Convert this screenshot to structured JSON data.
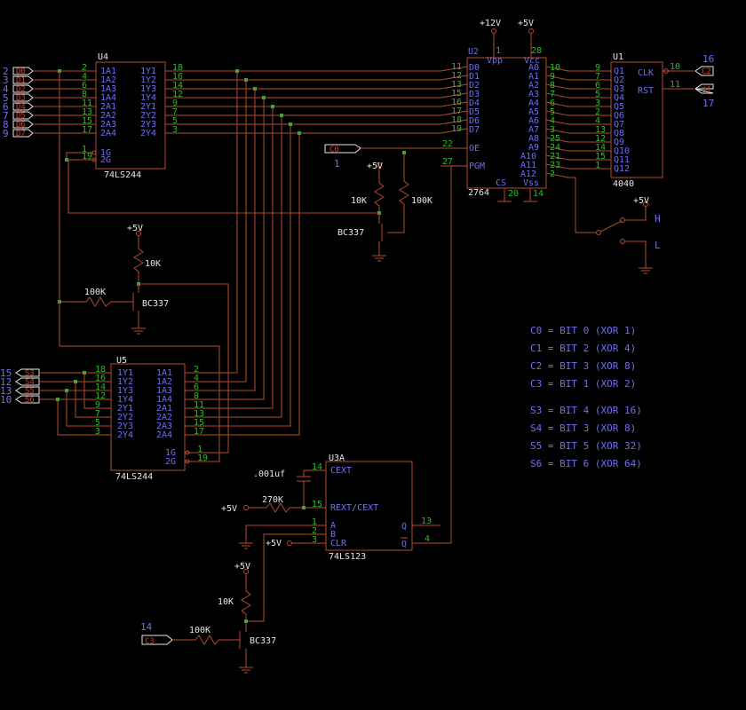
{
  "colors": {
    "wire": "#b24b2f",
    "pin_number": "#2fb82f",
    "pin_name": "#6f6ff0",
    "label": "#e8e8e8",
    "node": "#3fa33f",
    "background": "#000000"
  },
  "u4": {
    "ref": "U4",
    "part": "74LS244",
    "left_pins": [
      {
        "num": "2",
        "name": "1A1"
      },
      {
        "num": "4",
        "name": "1A2"
      },
      {
        "num": "6",
        "name": "1A3"
      },
      {
        "num": "8",
        "name": "1A4"
      },
      {
        "num": "11",
        "name": "2A1"
      },
      {
        "num": "13",
        "name": "2A2"
      },
      {
        "num": "15",
        "name": "2A3"
      },
      {
        "num": "17",
        "name": "2A4"
      }
    ],
    "right_pins": [
      {
        "num": "18",
        "name": "1Y1"
      },
      {
        "num": "16",
        "name": "1Y2"
      },
      {
        "num": "14",
        "name": "1Y3"
      },
      {
        "num": "12",
        "name": "1Y4"
      },
      {
        "num": "9",
        "name": "2Y1"
      },
      {
        "num": "7",
        "name": "2Y2"
      },
      {
        "num": "5",
        "name": "2Y3"
      },
      {
        "num": "3",
        "name": "2Y4"
      }
    ],
    "enable_pins": [
      {
        "num": "1",
        "name": "1G"
      },
      {
        "num": "19",
        "name": "2G"
      }
    ]
  },
  "u4_inputs": [
    {
      "port": "2",
      "label": "D0"
    },
    {
      "port": "3",
      "label": "D1"
    },
    {
      "port": "4",
      "label": "D2"
    },
    {
      "port": "5",
      "label": "D3"
    },
    {
      "port": "6",
      "label": "D4"
    },
    {
      "port": "7",
      "label": "D5"
    },
    {
      "port": "8",
      "label": "D6"
    },
    {
      "port": "9",
      "label": "D7"
    }
  ],
  "u2": {
    "ref": "U2",
    "part": "2764",
    "vpp": "+12V",
    "vcc": "+5V",
    "vpp_pin": "1",
    "vcc_pin": "28",
    "vpp_name": "Vpp",
    "vcc_name": "Vcc",
    "d_pins": [
      {
        "num": "11",
        "name": "D0"
      },
      {
        "num": "12",
        "name": "D1"
      },
      {
        "num": "13",
        "name": "D2"
      },
      {
        "num": "15",
        "name": "D3"
      },
      {
        "num": "16",
        "name": "D4"
      },
      {
        "num": "17",
        "name": "D5"
      },
      {
        "num": "18",
        "name": "D6"
      },
      {
        "num": "19",
        "name": "D7"
      }
    ],
    "ctrl_pins": [
      {
        "num": "22",
        "name": "OE"
      },
      {
        "num": "27",
        "name": "PGM"
      }
    ],
    "a_pins": [
      {
        "num": "10",
        "name": "A0"
      },
      {
        "num": "9",
        "name": "A1"
      },
      {
        "num": "8",
        "name": "A2"
      },
      {
        "num": "7",
        "name": "A3"
      },
      {
        "num": "6",
        "name": "A4"
      },
      {
        "num": "5",
        "name": "A5"
      },
      {
        "num": "4",
        "name": "A6"
      },
      {
        "num": "3",
        "name": "A7"
      },
      {
        "num": "25",
        "name": "A8"
      },
      {
        "num": "24",
        "name": "A9"
      },
      {
        "num": "21",
        "name": "A10"
      },
      {
        "num": "23",
        "name": "A11"
      },
      {
        "num": "2",
        "name": "A12"
      }
    ],
    "cs_pin": "20",
    "cs_name": "CS",
    "vss_pin": "14",
    "vss_name": "Vss"
  },
  "u1": {
    "ref": "U1",
    "part": "4040",
    "q_pins": [
      {
        "num": "9",
        "name": "Q1"
      },
      {
        "num": "7",
        "name": "Q2"
      },
      {
        "num": "6",
        "name": "Q3"
      },
      {
        "num": "5",
        "name": "Q4"
      },
      {
        "num": "3",
        "name": "Q5"
      },
      {
        "num": "2",
        "name": "Q6"
      },
      {
        "num": "4",
        "name": "Q7"
      },
      {
        "num": "13",
        "name": "Q8"
      },
      {
        "num": "12",
        "name": "Q9"
      },
      {
        "num": "14",
        "name": "Q10"
      },
      {
        "num": "15",
        "name": "Q11"
      },
      {
        "num": "1",
        "name": "Q12"
      }
    ],
    "clk_pin": "10",
    "clk_name": "CLK",
    "rst_pin": "11",
    "rst_name": "RST",
    "clk_port": "C2",
    "clk_port_num": "16",
    "rst_port": "C1",
    "rst_port_num": "17"
  },
  "c0_port": {
    "label": "C0",
    "num": "1"
  },
  "oe_circuit": {
    "supply": "+5V",
    "r1": "10K",
    "r2": "100K",
    "transistor": "BC337"
  },
  "switch": {
    "supply": "+5V",
    "high": "H",
    "low": "L"
  },
  "left_circuit": {
    "supply": "+5V",
    "r1": "10K",
    "r2": "100K",
    "transistor": "BC337"
  },
  "u5": {
    "ref": "U5",
    "part": "74LS244",
    "left_pins": [
      {
        "num": "18",
        "name": "1Y1"
      },
      {
        "num": "16",
        "name": "1Y2"
      },
      {
        "num": "14",
        "name": "1Y3"
      },
      {
        "num": "12",
        "name": "1Y4"
      },
      {
        "num": "9",
        "name": "2Y1"
      },
      {
        "num": "7",
        "name": "2Y2"
      },
      {
        "num": "5",
        "name": "2Y3"
      },
      {
        "num": "3",
        "name": "2Y4"
      }
    ],
    "right_pins": [
      {
        "num": "2",
        "name": "1A1"
      },
      {
        "num": "4",
        "name": "1A2"
      },
      {
        "num": "6",
        "name": "1A3"
      },
      {
        "num": "8",
        "name": "1A4"
      },
      {
        "num": "11",
        "name": "2A1"
      },
      {
        "num": "13",
        "name": "2A2"
      },
      {
        "num": "15",
        "name": "2A3"
      },
      {
        "num": "17",
        "name": "2A4"
      }
    ],
    "enable_pins": [
      {
        "num": "1",
        "name": "1G"
      },
      {
        "num": "19",
        "name": "2G"
      }
    ]
  },
  "u5_ports": [
    {
      "num": "15",
      "label": "S3"
    },
    {
      "num": "12",
      "label": "S4"
    },
    {
      "num": "13",
      "label": "S5"
    },
    {
      "num": "10",
      "label": "S6"
    }
  ],
  "u3a": {
    "ref": "U3A",
    "part": "74LS123",
    "left_pins": [
      {
        "num": "14",
        "name": "CEXT"
      },
      {
        "num": "15",
        "name": "REXT/CEXT"
      },
      {
        "num": "1",
        "name": "A"
      },
      {
        "num": "2",
        "name": "B"
      },
      {
        "num": "3",
        "name": "CLR"
      }
    ],
    "right_pins": [
      {
        "num": "13",
        "name": "Q"
      },
      {
        "num": "4",
        "name": "Q"
      }
    ],
    "cap": ".001uf",
    "res": "270K",
    "supply_rext": "+5V",
    "supply_clr": "+5V"
  },
  "bottom_circuit": {
    "supply": "+5V",
    "r1": "10K",
    "r2": "100K",
    "transistor": "BC337",
    "port_label": "C3",
    "port_num": "14"
  },
  "notes": [
    "C0 = BIT 0 (XOR 1)",
    "C1 = BIT 2 (XOR 4)",
    "C2 = BIT 3 (XOR 8)",
    "C3 = BIT 1 (XOR 2)",
    "S3 = BIT 4 (XOR 16)",
    "S4 = BIT 3 (XOR 8)",
    "S5 = BIT 5 (XOR 32)",
    "S6 = BIT 6 (XOR 64)"
  ]
}
